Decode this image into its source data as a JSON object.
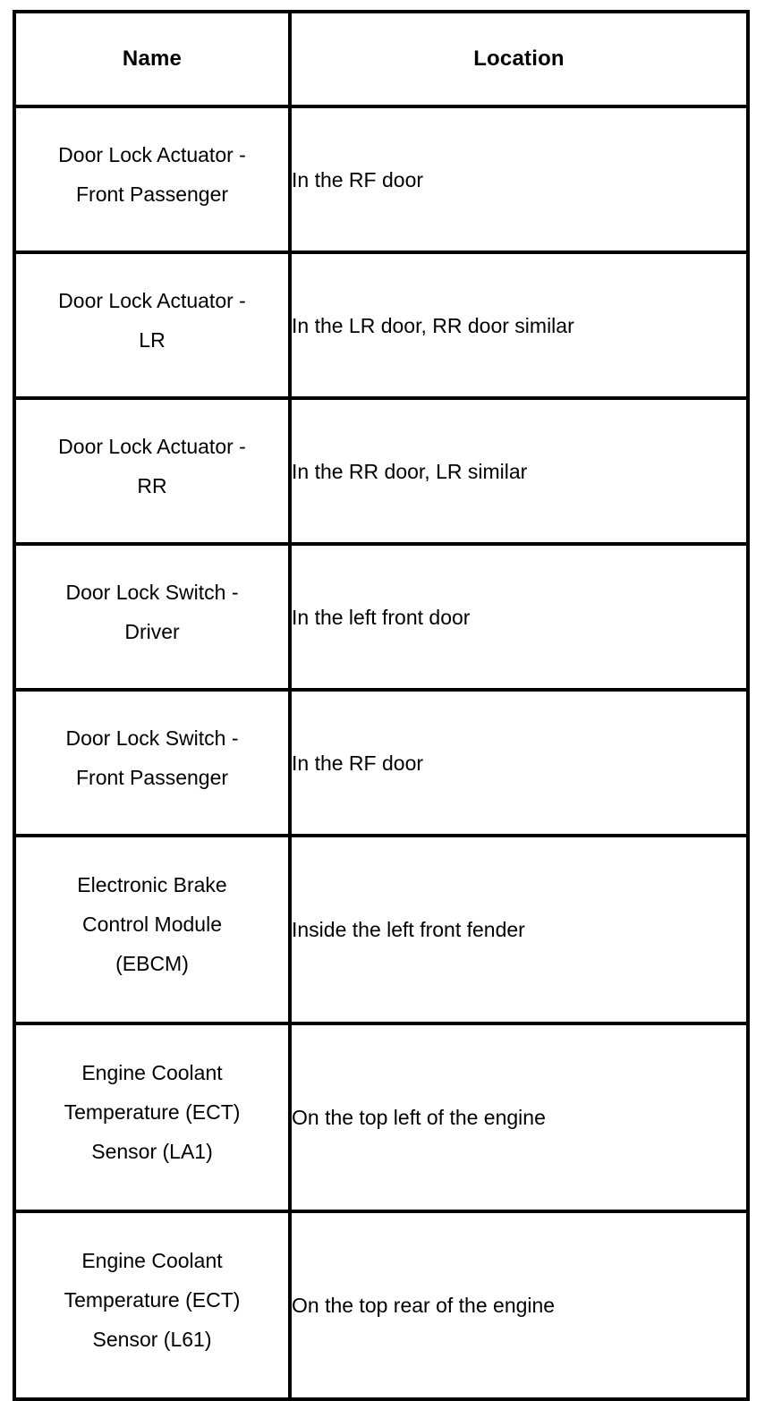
{
  "table": {
    "columns": [
      {
        "key": "name",
        "header": "Name"
      },
      {
        "key": "location",
        "header": "Location"
      }
    ],
    "rows": [
      {
        "name_lines": [
          "Door Lock Actuator -",
          "Front Passenger"
        ],
        "name": "Door Lock Actuator - Front Passenger",
        "location": "In the RF door"
      },
      {
        "name_lines": [
          "Door Lock Actuator -",
          "LR"
        ],
        "name": "Door Lock Actuator - LR",
        "location": "In the LR door, RR door similar"
      },
      {
        "name_lines": [
          "Door Lock Actuator -",
          "RR"
        ],
        "name": "Door Lock Actuator - RR",
        "location": "In the RR door, LR similar"
      },
      {
        "name_lines": [
          "Door Lock Switch -",
          "Driver"
        ],
        "name": "Door Lock Switch - Driver",
        "location": "In the left front door"
      },
      {
        "name_lines": [
          "Door Lock Switch -",
          "Front Passenger"
        ],
        "name": "Door Lock Switch - Front Passenger",
        "location": "In the RF door"
      },
      {
        "name_lines": [
          "Electronic Brake",
          "Control Module",
          "(EBCM)"
        ],
        "name": "Electronic Brake Control Module (EBCM)",
        "location": "Inside the left front fender"
      },
      {
        "name_lines": [
          "Engine Coolant",
          "Temperature (ECT)",
          "Sensor (LA1)"
        ],
        "name": "Engine Coolant Temperature (ECT) Sensor (LA1)",
        "location": "On the top left of the engine"
      },
      {
        "name_lines": [
          "Engine Coolant",
          "Temperature (ECT)",
          "Sensor (L61)"
        ],
        "name": "Engine Coolant Temperature (ECT) Sensor (L61)",
        "location": "On the top rear of the engine"
      }
    ]
  },
  "colors": {
    "border": "#000000",
    "text": "#000000",
    "background": "#ffffff"
  }
}
